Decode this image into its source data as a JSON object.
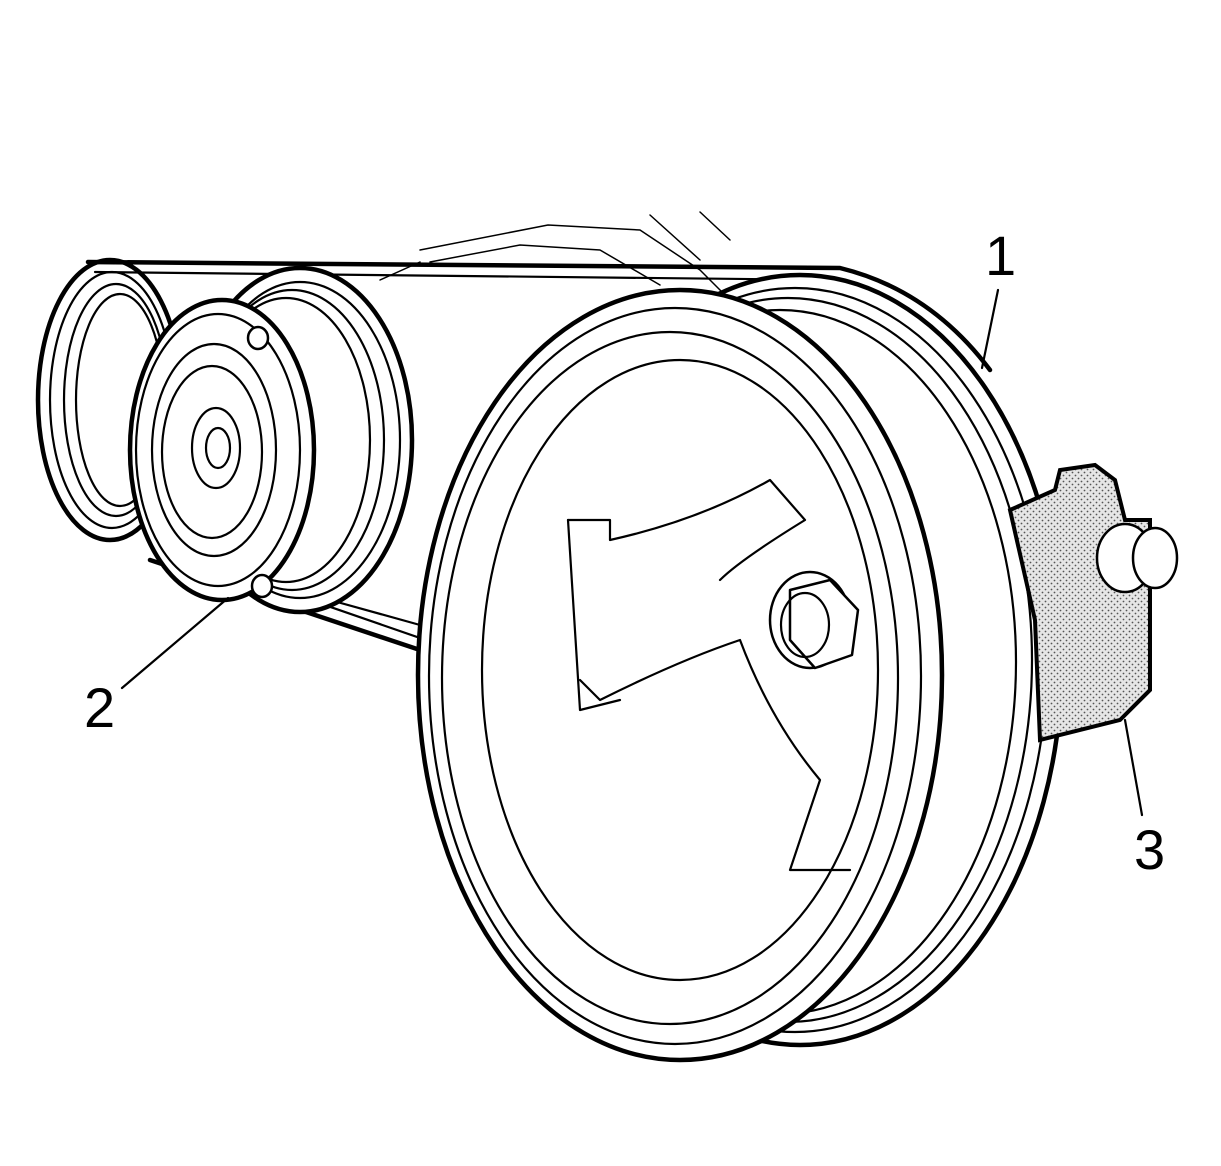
{
  "callouts": [
    {
      "id": "1",
      "text": "1"
    },
    {
      "id": "2",
      "text": "2"
    },
    {
      "id": "3",
      "text": "3"
    }
  ],
  "colors": {
    "line": "#000000",
    "background": "#ffffff",
    "sensor_fill": "stippled gray"
  }
}
